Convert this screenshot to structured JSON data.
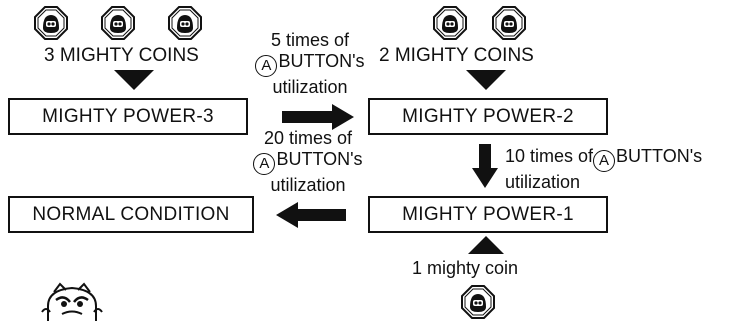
{
  "boxes": {
    "mp3": "MIGHTY POWER-3",
    "mp2": "MIGHTY POWER-2",
    "mp1": "MIGHTY POWER-1",
    "normal": "NORMAL CONDITION"
  },
  "coin_labels": {
    "three": "3 MIGHTY COINS",
    "two": "2 MIGHTY COINS",
    "one": "1 mighty coin"
  },
  "transitions": {
    "t1": {
      "count": "5 times of",
      "button_letter": "A",
      "button_text": "BUTTON's",
      "suffix": "utilization"
    },
    "t2": {
      "count": "10 times of",
      "button_letter": "A",
      "button_text": "BUTTON's",
      "suffix": "utilization"
    },
    "t3": {
      "count": "20 times of",
      "button_letter": "A",
      "button_text": "BUTTON's",
      "suffix": "utilization"
    }
  },
  "icons": {
    "coin": "mighty-coin-icon",
    "character": "character-icon"
  },
  "colors": {
    "ink": "#111111",
    "background": "#ffffff"
  }
}
